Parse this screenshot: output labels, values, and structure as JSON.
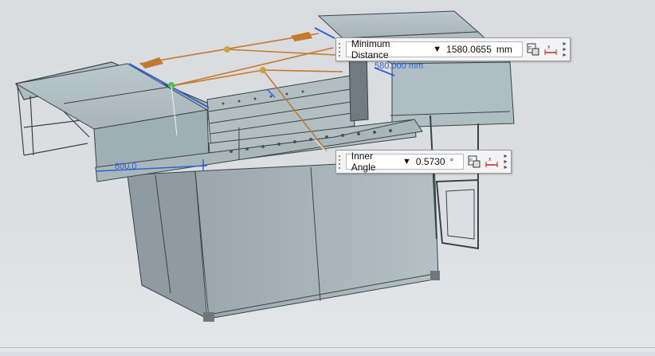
{
  "viewport": {
    "label_distance_value": "580.000 mm",
    "label_other_value": "800.0"
  },
  "measure_distance": {
    "mode_label": "Minimum Distance",
    "value": "1580.0655",
    "unit": "mm"
  },
  "measure_angle": {
    "mode_label": "Inner Angle",
    "value": "0.5730",
    "unit": "°"
  },
  "icons": [
    "caret-down-icon",
    "expression-icon",
    "measure-dimension-icon",
    "expand-arrows-icon"
  ]
}
